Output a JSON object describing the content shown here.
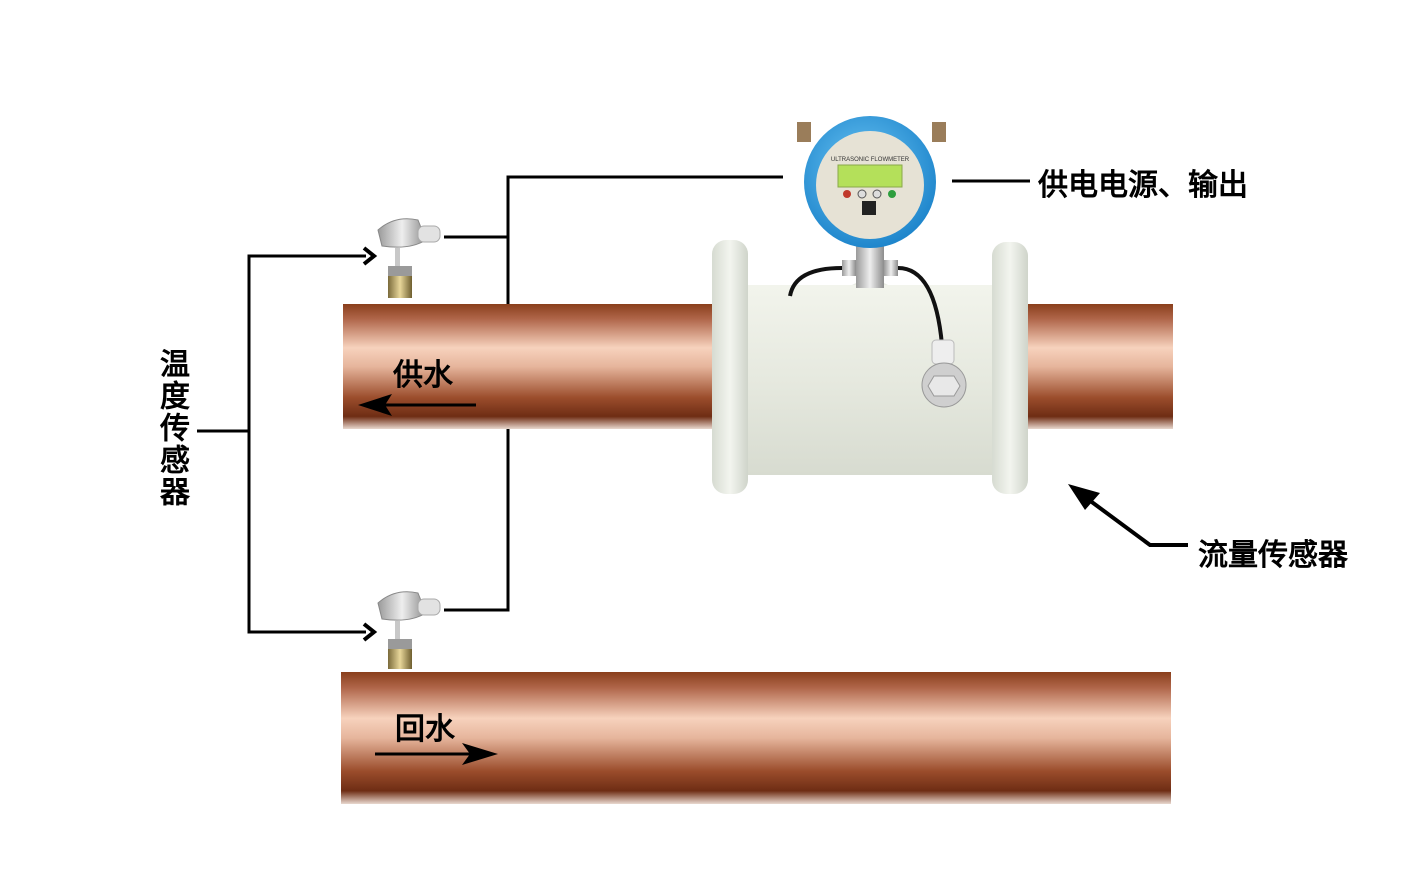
{
  "diagram": {
    "labels": {
      "power_output": "供电电源、输出",
      "temperature_sensor": "温度传感器",
      "flow_sensor": "流量传感器",
      "supply_water": "供水",
      "return_water": "回水",
      "meter_face": "ULTRASONIC FLOWMETER"
    },
    "colors": {
      "pipe_dark": "#8a3f1c",
      "pipe_light": "#f7d2bd",
      "pipe_shadow": "#6e2d14",
      "meter_body": "#e9ece3",
      "meter_head": "#3aa6e6",
      "lcd": "#b4e05a",
      "line": "#000000"
    }
  }
}
